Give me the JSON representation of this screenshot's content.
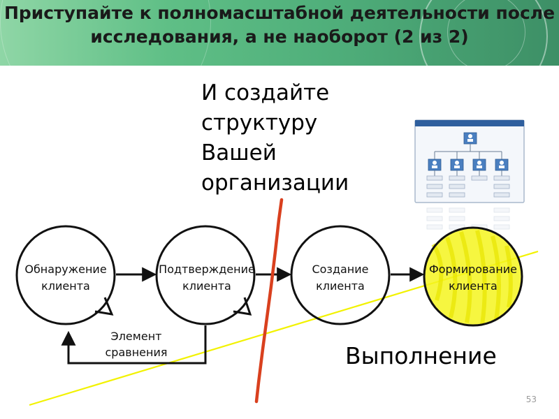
{
  "slide": {
    "title": "Приступайте к полномасштабной деятельности после исследования, а не наоборот (2 из 2)",
    "subtitle": "И создайте структуру Вашей организации",
    "page_number": "53"
  },
  "diagram": {
    "nodes": [
      {
        "id": "discovery",
        "label": "Обнаружение клиента"
      },
      {
        "id": "validation",
        "label": "Подтверждение клиента"
      },
      {
        "id": "creation",
        "label": "Создание клиента"
      },
      {
        "id": "building",
        "label": "Формирование клиента"
      }
    ],
    "feedback_label": "Элемент сравнения",
    "execution_label": "Выполнение",
    "colors": {
      "stroke": "#111111",
      "divider": "#d9401e",
      "highlight": "#f2f200",
      "banner": "#5fbf86"
    }
  },
  "org_chart": {
    "icon": "org-chart-icon"
  }
}
